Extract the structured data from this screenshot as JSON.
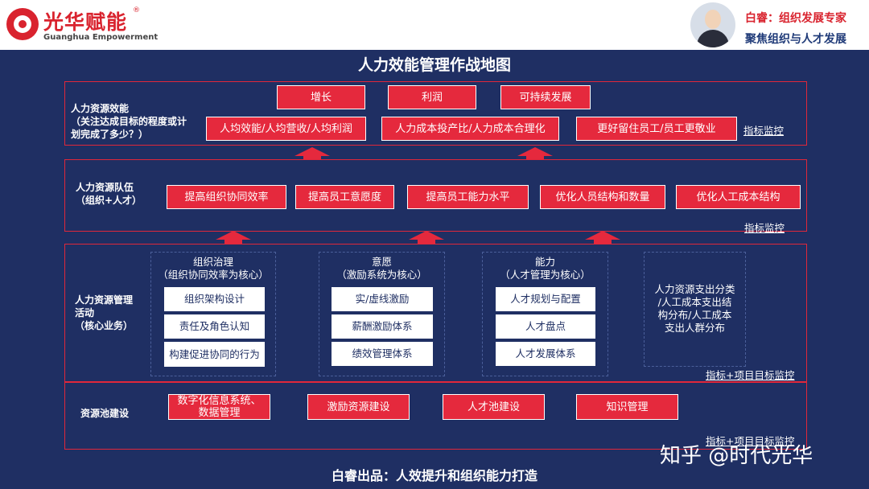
{
  "header": {
    "brand_cn": "光华赋能",
    "brand_reg": "®",
    "brand_en": "Guanghua Empowerment",
    "author_line1": "白睿：组织发展专家",
    "author_line2": "聚焦组织与人才发展",
    "logo_icon": "guanghua-logo-icon",
    "avatar_icon": "portrait-photo"
  },
  "title": "人力效能管理作战地图",
  "row1": {
    "label_line1": "人力资源效能",
    "label_line2": "（关注达成目标的程度或计",
    "label_line3": "划完成了多少？）",
    "top_boxes": [
      "增长",
      "利润",
      "可持续发展"
    ],
    "boxes": [
      "人均效能/人均营收/人均利润",
      "人力成本投产比/人力成本合理化",
      "更好留住员工/员工更敬业"
    ],
    "monitor": "指标监控"
  },
  "row2": {
    "label_line1": "人力资源队伍",
    "label_line2": "（组织+人才）",
    "boxes": [
      "提高组织协同效率",
      "提高员工意愿度",
      "提高员工能力水平",
      "优化人员结构和数量",
      "优化人工成本结构"
    ],
    "monitor": "指标监控"
  },
  "row3": {
    "label_line1": "人力资源管理",
    "label_line2": "活动",
    "label_line3": "（核心业务）",
    "groups": [
      {
        "title1": "组织治理",
        "title2": "（组织协同效率为核心）",
        "items": [
          "组织架构设计",
          "责任及角色认知",
          "构建促进协同的行为"
        ]
      },
      {
        "title1": "意愿",
        "title2": "（激励系统为核心）",
        "items": [
          "实/虚线激励",
          "薪酬激励体系",
          "绩效管理体系"
        ]
      },
      {
        "title1": "能力",
        "title2": "（人才管理为核心）",
        "items": [
          "人才规划与配置",
          "人才盘点",
          "人才发展体系"
        ]
      }
    ],
    "side_text": [
      "人力资源支出分类",
      "/人工成本支出结",
      "构分布/人工成本",
      "支出人群分布"
    ],
    "monitor": "指标+项目目标监控"
  },
  "row4": {
    "label": "资源池建设",
    "boxes": [
      "数字化信息系统、数据管理",
      "激励资源建设",
      "人才池建设",
      "知识管理"
    ],
    "monitor": "指标+项目目标监控"
  },
  "footer": "白睿出品：人效提升和组织能力打造",
  "watermark": "知乎 @时代光华",
  "colors": {
    "background": "#1f2f63",
    "accent_red": "#e5293d",
    "brand_red": "#d9232e"
  }
}
